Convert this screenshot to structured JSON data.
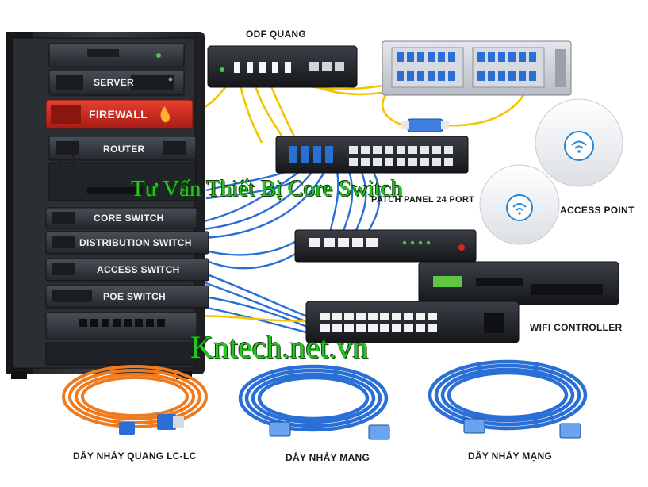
{
  "labels": {
    "odf": "ODF QUANG",
    "patch_panel": "PATCH PANEL 24 PORT",
    "access_point": "ACCESS POINT",
    "wifi_controller": "WIFI CONTROLLER",
    "cable_fiber": "DÂY NHẢY QUANG LC-LC",
    "cable_lan_1": "DÂY NHẢY MẠNG",
    "cable_lan_2": "DÂY NHẢY MẠNG"
  },
  "rack": {
    "server": "SERVER",
    "firewall": "FIREWALL",
    "router": "ROUTER",
    "core_switch": "CORE SWITCH",
    "distribution_switch": "DISTRIBUTION SWITCH",
    "access_switch": "ACCESS SWITCH",
    "poe_switch": "POE SWITCH"
  },
  "overlay": {
    "headline": "Tư Vấn Thiết Bị Core Switch",
    "website": "Kntech.net.vn"
  },
  "colors": {
    "overlay_text": "#22c81e",
    "fiber_cable": "#f5c400",
    "lan_cable": "#2a6fd6",
    "orange_cable": "#f07a1e",
    "firewall_red": "#d42a22",
    "rack_dark": "#2b2e33"
  }
}
